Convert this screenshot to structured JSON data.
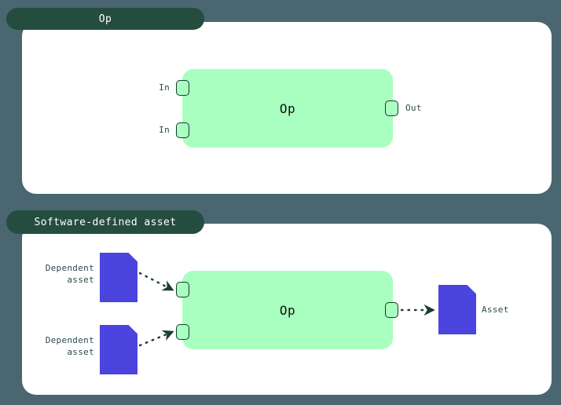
{
  "theme": {
    "background": "#4a6670",
    "panel_bg": "#ffffff",
    "tab_bg": "#244d40",
    "tab_text": "#ffffff",
    "op_fill": "#a8ffc0",
    "port_border": "#173a2e",
    "asset_fill": "#4b44de",
    "label_text": "#2c4a4f",
    "connector": "#1d3c33"
  },
  "panels": [
    {
      "tab_label": "Op",
      "op": {
        "label": "Op",
        "inputs": [
          {
            "label": "In",
            "icon": "port-square-icon"
          },
          {
            "label": "In",
            "icon": "port-square-icon"
          }
        ],
        "outputs": [
          {
            "label": "Out",
            "icon": "port-square-icon"
          }
        ]
      },
      "dependencies": [],
      "produces": []
    },
    {
      "tab_label": "Software-defined asset",
      "op": {
        "label": "Op",
        "inputs": [
          {
            "label": "",
            "icon": "port-square-icon"
          },
          {
            "label": "",
            "icon": "port-square-icon"
          }
        ],
        "outputs": [
          {
            "label": "",
            "icon": "port-square-icon"
          }
        ]
      },
      "dependencies": [
        {
          "label": "Dependent\nasset",
          "icon": "asset-document-icon"
        },
        {
          "label": "Dependent\nasset",
          "icon": "asset-document-icon"
        }
      ],
      "produces": [
        {
          "label": "Asset",
          "icon": "asset-document-icon"
        }
      ]
    }
  ]
}
